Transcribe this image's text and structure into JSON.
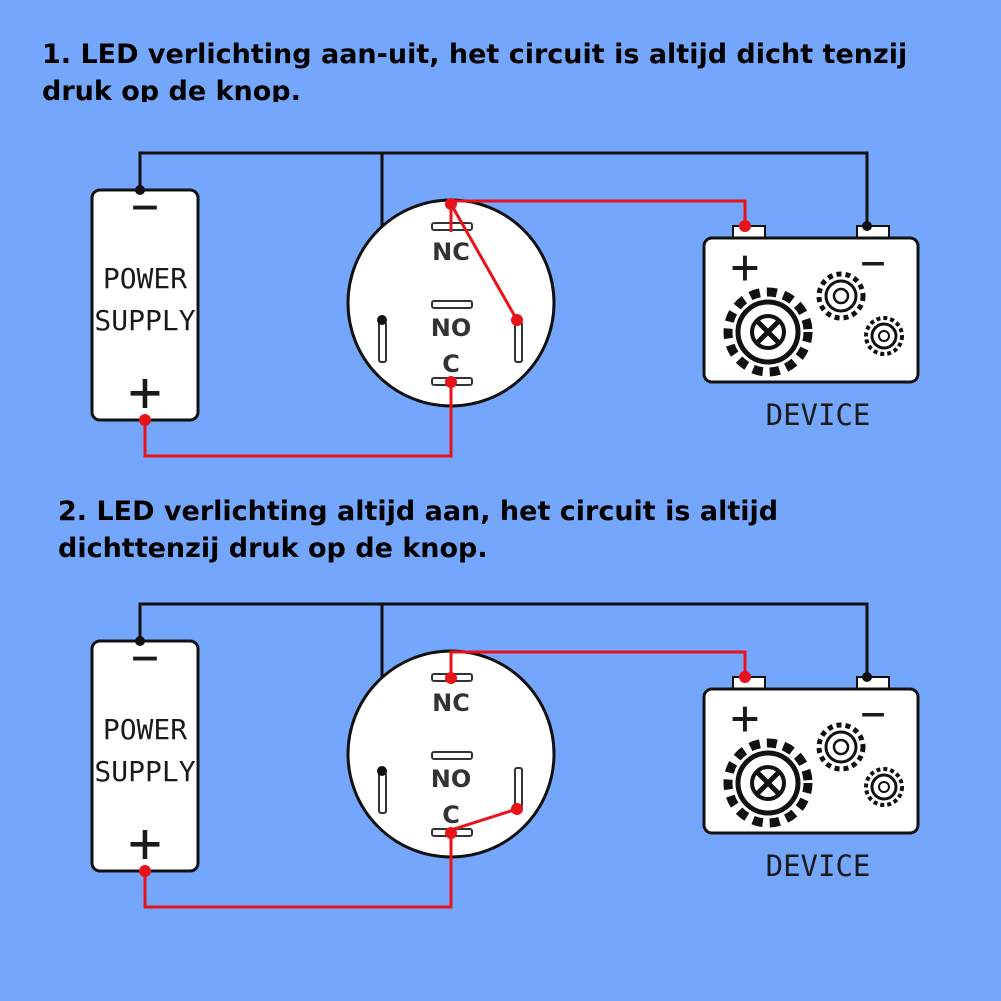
{
  "captions": {
    "first_line1": "1. LED verlichting aan-uit, het circuit is altijd dicht tenzij",
    "first_line2": "druk op de knop.",
    "second_line1": "2. LED verlichting altijd aan, het circuit is altijd",
    "second_line2": "dichttenzij druk op de knop."
  },
  "labels": {
    "power_line1": "POWER",
    "power_line2": "SUPPLY",
    "device": "DEVICE",
    "nc": "NC",
    "no": "NO",
    "c": "C",
    "plus": "+",
    "minus": "−"
  },
  "colors": {
    "background": "#74a7fb",
    "wire_black": "#111111",
    "wire_red": "#e8121a",
    "component_fill": "#ffffff"
  }
}
